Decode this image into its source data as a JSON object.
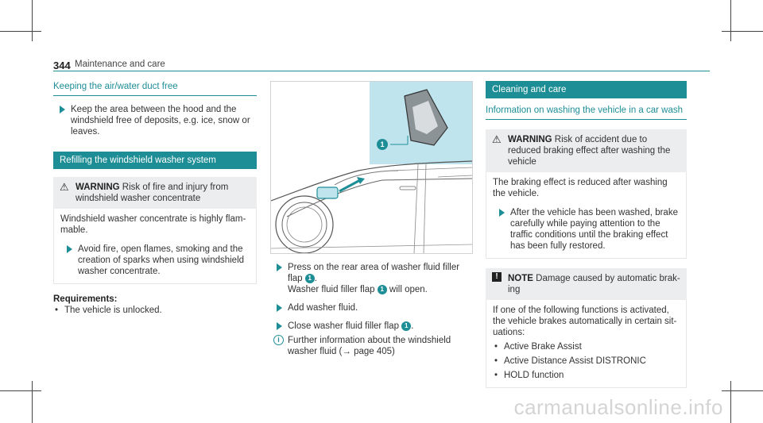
{
  "header": {
    "page_number": "344",
    "section": "Maintenance and care"
  },
  "col1": {
    "title": "Keeping the air/water duct free",
    "step1": "Keep the area between the hood and the windshield free of deposits, e.g. ice, snow or leaves.",
    "band": "Refilling the windshield washer system",
    "warning_label": "WARNING",
    "warning_text": "Risk of fire and injury from windshield washer concentrate",
    "body": "Windshield washer concentrate is highly flam- mable.",
    "step2": "Avoid fire, open flames, smoking and the creation of sparks when using windshield washer concentrate.",
    "req_title": "Requirements:",
    "req_item": "The vehicle is unlocked."
  },
  "col2": {
    "callout": "1",
    "step1_a": "Press on the rear area of washer fluid filler flap",
    "step1_b": ".",
    "result_a": "Washer fluid filler flap",
    "result_b": "will open.",
    "step2": "Add washer fluid.",
    "step3_a": "Close washer fluid filler flap",
    "step3_b": ".",
    "info": "Further information about the windshield washer fluid (→ page 405)"
  },
  "col3": {
    "band": "Cleaning and care",
    "title": "Information on washing the vehicle in a car wash",
    "warning_label": "WARNING",
    "warning_text": "Risk of accident due to reduced braking effect after washing the vehicle",
    "body": "The braking effect is reduced after washing the vehicle.",
    "step": "After the vehicle has been washed, brake carefully while paying attention to the traffic conditions until the braking effect has been fully restored.",
    "note_label": "NOTE",
    "note_text": "Damage caused by automatic brak- ing",
    "note_body": "If one of the following functions is activated, the vehicle brakes automatically in certain sit- uations:",
    "items": [
      "Active Brake Assist",
      "Active Distance Assist DISTRONIC",
      "HOLD function"
    ]
  },
  "watermark": "carmanualsonline.info"
}
